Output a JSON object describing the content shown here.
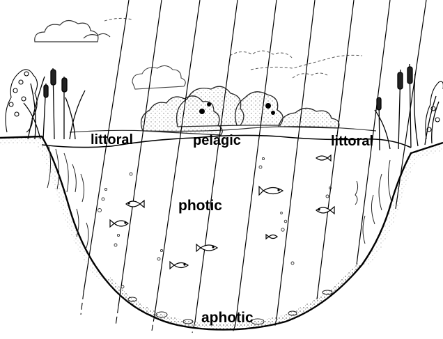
{
  "zones": {
    "littoral_left": "littoral",
    "pelagic": "pelagic",
    "littoral_right": "littoral",
    "photic": "photic",
    "aphotic": "aphotic"
  },
  "colors": {
    "ink": "#000000",
    "background": "#ffffff"
  },
  "icons": [
    "cloud-icon",
    "shrub-icon",
    "cattail-icon",
    "fish-icon",
    "sunlight-ray",
    "lake-basin"
  ]
}
